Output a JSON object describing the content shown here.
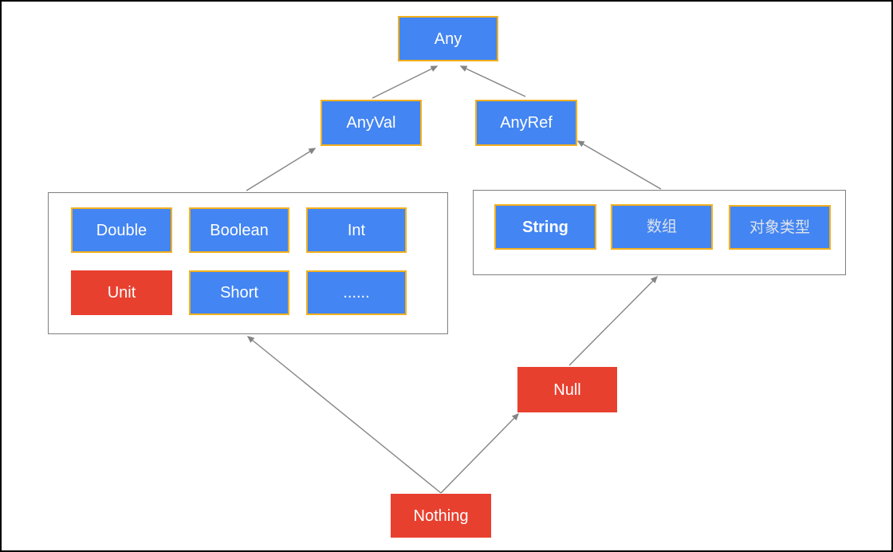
{
  "diagram": {
    "description": "Type hierarchy diagram",
    "colors": {
      "node_blue": "#4385f2",
      "node_border_gold": "#f2b01d",
      "node_red": "#e8402f",
      "arrow_gray": "#848484",
      "group_border": "#7f7f7f",
      "text_white": "#ffffff",
      "text_cjk": "#dde3ec",
      "background": "#ffffff"
    },
    "nodes": {
      "any": {
        "label": "Any"
      },
      "anyval": {
        "label": "AnyVal"
      },
      "anyref": {
        "label": "AnyRef"
      },
      "double": {
        "label": "Double"
      },
      "boolean": {
        "label": "Boolean"
      },
      "int": {
        "label": "Int"
      },
      "unit": {
        "label": "Unit"
      },
      "short": {
        "label": "Short"
      },
      "ellipsis": {
        "label": "......"
      },
      "string": {
        "label": "String"
      },
      "array": {
        "label": "数组"
      },
      "object_type": {
        "label": "对象类型"
      },
      "null": {
        "label": "Null"
      },
      "nothing": {
        "label": "Nothing"
      }
    },
    "edges": [
      {
        "from": "AnyVal",
        "to": "Any"
      },
      {
        "from": "AnyRef",
        "to": "Any"
      },
      {
        "from": "value-types-group",
        "to": "AnyVal"
      },
      {
        "from": "reference-types-group",
        "to": "AnyRef"
      },
      {
        "from": "Null",
        "to": "reference-types-group"
      },
      {
        "from": "Nothing",
        "to": "value-types-group"
      },
      {
        "from": "Nothing",
        "to": "Null"
      }
    ]
  }
}
